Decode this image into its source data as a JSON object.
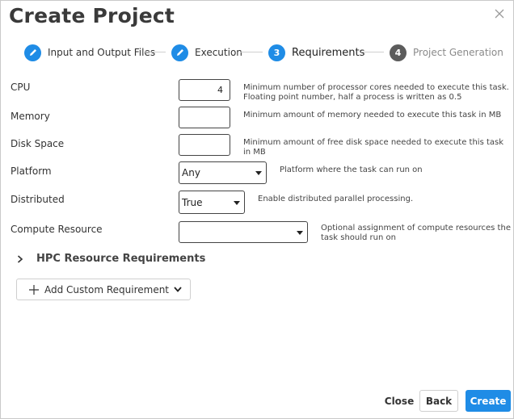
{
  "dialog": {
    "title": "Create Project",
    "close_icon": "close-icon"
  },
  "stepper": {
    "steps": [
      {
        "label": "Input and Output Files",
        "state": "done",
        "icon": "pencil-icon"
      },
      {
        "label": "Execution",
        "state": "done",
        "icon": "pencil-icon"
      },
      {
        "label": "Requirements",
        "state": "active",
        "number": "3"
      },
      {
        "label": "Project Generation",
        "state": "todo",
        "number": "4"
      }
    ]
  },
  "form": {
    "cpu": {
      "label": "CPU",
      "value": "4",
      "help_line1": "Minimum number of processor cores needed to execute this task.",
      "help_line2": "Floating point number, half a process is written as 0.5"
    },
    "memory": {
      "label": "Memory",
      "value": "",
      "help": "Minimum amount of memory needed to execute this task in MB"
    },
    "disk": {
      "label": "Disk Space",
      "value": "",
      "help": "Minimum amount of free disk space needed to execute this task in MB"
    },
    "platform": {
      "label": "Platform",
      "selected": "Any",
      "help": "Platform where the task can run on"
    },
    "distributed": {
      "label": "Distributed",
      "selected": "True",
      "help": "Enable distributed parallel processing."
    },
    "compute": {
      "label": "Compute Resource",
      "selected": "",
      "help_line1": "Optional assignment of compute resources the",
      "help_line2": "task should run on"
    }
  },
  "hpc": {
    "label": "HPC Resource Requirements",
    "expanded": false
  },
  "add_custom": {
    "label": "Add Custom Requirement"
  },
  "footer": {
    "close_label": "Close",
    "back_label": "Back",
    "create_label": "Create"
  },
  "colors": {
    "accent": "#1f8ce6",
    "step_todo": "#5c5c5c"
  }
}
